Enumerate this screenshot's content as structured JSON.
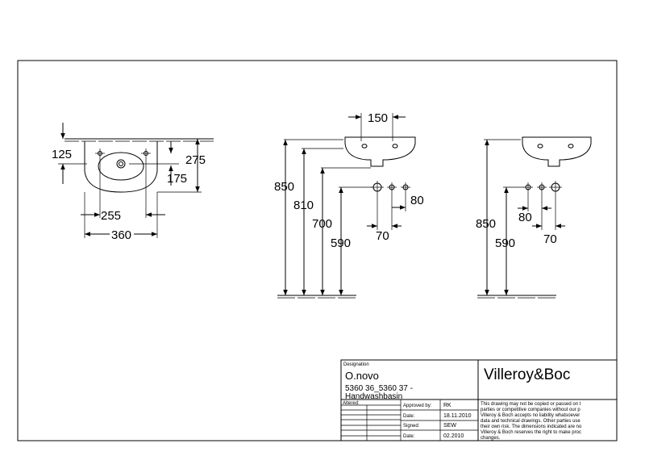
{
  "dimensions": {
    "top_view": {
      "d125": "125",
      "d275": "275",
      "d175": "175",
      "d255": "255",
      "d360": "360"
    },
    "side_view": {
      "d150": "150",
      "d850": "850",
      "d810": "810",
      "d700": "700",
      "d590": "590",
      "d80": "80",
      "d70": "70"
    },
    "right_view": {
      "d850": "850",
      "d590": "590",
      "d80": "80",
      "d70": "70"
    }
  },
  "title_block": {
    "designation_label": "Designation",
    "product_name": "O.novo",
    "article_numbers": "5360 36_5360 37 -",
    "product_type": "Handwashbasin",
    "brand": "Villeroy&Boc",
    "altered_label": "Altered:",
    "approved_by_label": "Approved by:",
    "approved_by_value": "RK",
    "date_label_1": "Date:",
    "date_value_1": "18.11.2010",
    "signed_label": "Signed:",
    "signed_value": "SEW",
    "date_label_2": "Date:",
    "date_value_2": "02.2010",
    "disclaimer": [
      "This drawing may not be copied or passed on t",
      "parties or competitive companies without our p",
      "Villeroy & Boch accepts no liability whatsoever",
      "data and technical drawings. Other parties use",
      "their own risk. The dimensions indicated are no",
      "Villeroy & Boch reserves the right to make proc",
      "changes."
    ]
  }
}
